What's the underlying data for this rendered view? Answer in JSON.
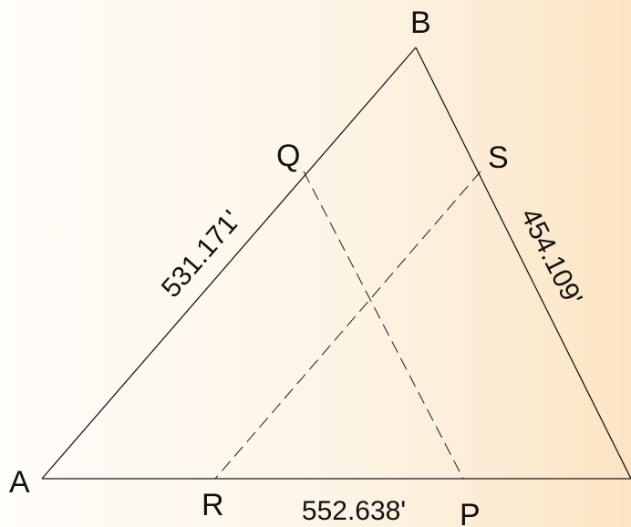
{
  "points": {
    "A": "A",
    "B": "B",
    "P": "P",
    "Q": "Q",
    "R": "R",
    "S": "S"
  },
  "measurements": {
    "ab": "531.171'",
    "bc": "454.109'",
    "ac": "552.638'"
  },
  "colors": {
    "line": "#1a1a1a",
    "text": "#111111"
  }
}
